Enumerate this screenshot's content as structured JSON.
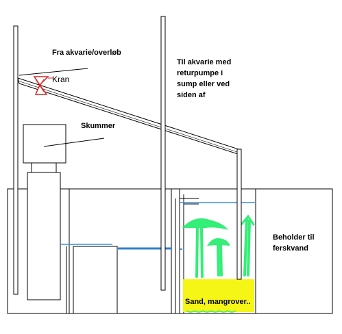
{
  "labels": {
    "fra_akvarie": "Fra akvarie/overløb",
    "kran": "Kran",
    "til_akvarie": [
      "Til akvarie med",
      "returpumpe i",
      "sump eller ved",
      "siden af"
    ],
    "skummer": "Skummer",
    "beholder": [
      "Beholder til",
      "ferskvand"
    ],
    "sand": "Sand, mangrover.."
  },
  "colors": {
    "outline": "#000000",
    "water": "#3a8fd8",
    "water_dark": "#2f7fcc",
    "plant": "#33ee77",
    "sand": "#f5f516",
    "valve": "#dd2222",
    "pipe_fill": "#ffffff"
  }
}
